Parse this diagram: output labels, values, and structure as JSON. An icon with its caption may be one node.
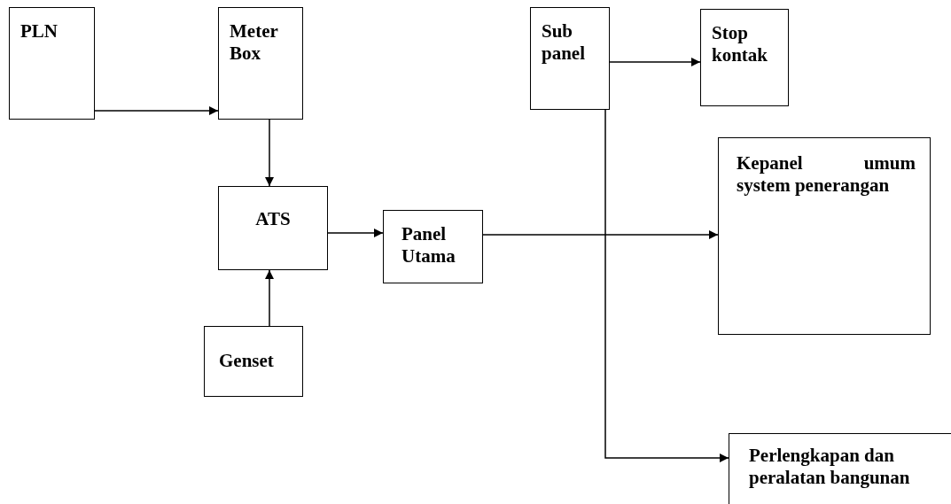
{
  "diagram": {
    "nodes": [
      {
        "text": [
          "PLN"
        ]
      },
      {
        "text": [
          "Meter Box"
        ]
      },
      {
        "text": [
          "Sub panel"
        ]
      },
      {
        "text": [
          "Stop kontak"
        ]
      },
      {
        "text": [
          "ATS"
        ]
      },
      {
        "text": [
          "Panel Utama"
        ]
      },
      {
        "text": [
          "Kepanel umum system penerangan"
        ]
      },
      {
        "text": [
          "Genset"
        ]
      },
      {
        "text": [
          "Perlengkapan dan peralatan bangunan"
        ]
      }
    ],
    "edges": [
      {
        "from": 0,
        "to": 1,
        "arrow": "to"
      },
      {
        "from": 1,
        "to": 4,
        "arrow": "to"
      },
      {
        "from": 7,
        "to": 4,
        "arrow": "to"
      },
      {
        "from": 4,
        "to": 5,
        "arrow": "to"
      },
      {
        "from": 5,
        "to": 6,
        "arrow": "to"
      },
      {
        "from": 2,
        "to": 3,
        "arrow": "to"
      },
      {
        "from": 2,
        "to": 8,
        "arrow": "to"
      }
    ]
  }
}
